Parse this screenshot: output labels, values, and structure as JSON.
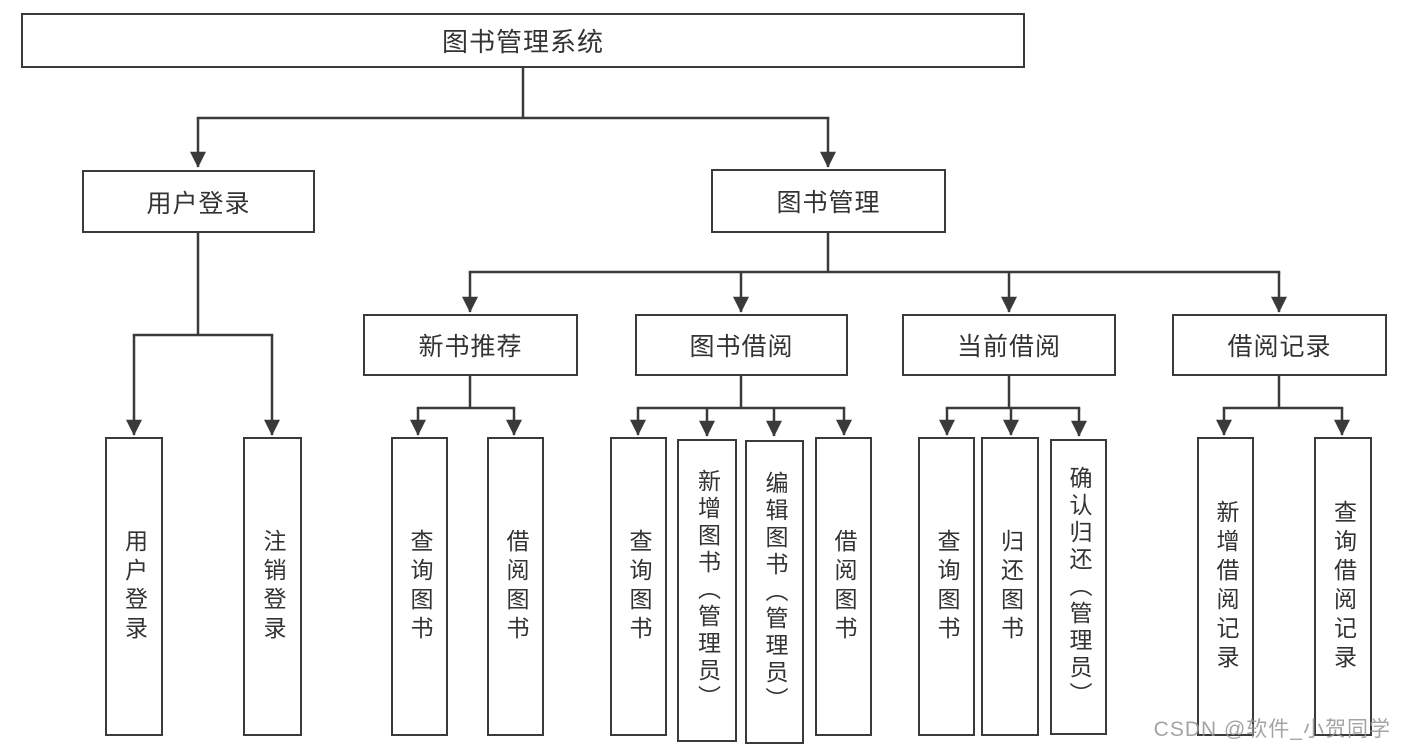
{
  "diagram": {
    "root": {
      "label": "图书管理系统"
    },
    "level2": [
      {
        "label": "用户登录",
        "children": [
          {
            "label": "用户登录"
          },
          {
            "label": "注销登录"
          }
        ]
      },
      {
        "label": "图书管理",
        "children": [
          {
            "label": "新书推荐",
            "children": [
              {
                "label": "查询图书"
              },
              {
                "label": "借阅图书"
              }
            ]
          },
          {
            "label": "图书借阅",
            "children": [
              {
                "label": "查询图书"
              },
              {
                "label": "新增图书（管理员）"
              },
              {
                "label": "编辑图书（管理员）"
              },
              {
                "label": "借阅图书"
              }
            ]
          },
          {
            "label": "当前借阅",
            "children": [
              {
                "label": "查询图书"
              },
              {
                "label": "归还图书"
              },
              {
                "label": "确认归还（管理员）"
              }
            ]
          },
          {
            "label": "借阅记录",
            "children": [
              {
                "label": "新增借阅记录"
              },
              {
                "label": "查询借阅记录"
              }
            ]
          }
        ]
      }
    ],
    "watermark": "CSDN @软件_小贺同学",
    "colors": {
      "line": "#3a3a3a",
      "box_border": "#3a3a3a",
      "box_fill": "#ffffff",
      "text": "#333333",
      "background": "#ffffff",
      "watermark": "#949494"
    }
  }
}
